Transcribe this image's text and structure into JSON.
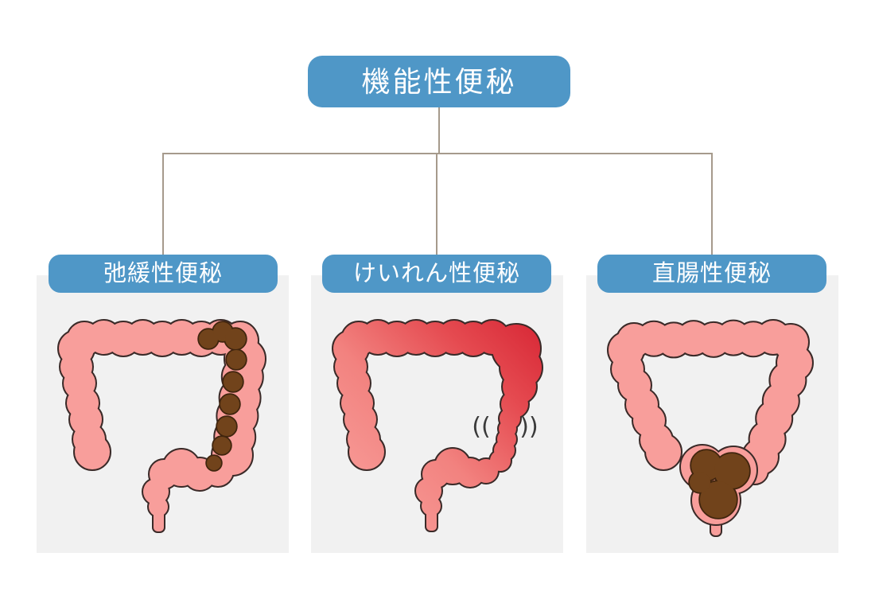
{
  "root": {
    "label": "機能性便秘"
  },
  "branches": [
    {
      "id": "atonic",
      "label": "弛緩性便秘"
    },
    {
      "id": "spastic",
      "label": "けいれん性便秘",
      "spasm_left": "((",
      "spasm_right": "))"
    },
    {
      "id": "rectal",
      "label": "直腸性便秘"
    }
  ],
  "colors": {
    "node_blue": "#4f97c7",
    "node_text": "#ffffff",
    "connector": "#a69a8c",
    "panel_bg": "#f1f1f1",
    "colon_pink": "#f89e9b",
    "colon_outline": "#3a2a28",
    "stool_brown": "#71431b",
    "stool_outline": "#40250e",
    "spasm_red": "#d41f2f",
    "spasm_mark": "#3a3a3a"
  }
}
